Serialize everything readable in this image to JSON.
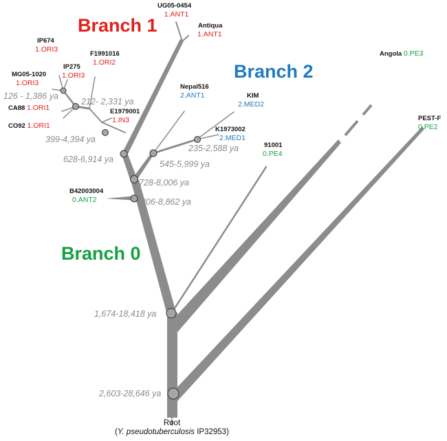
{
  "colors": {
    "branch": "#8c8c8c",
    "branch_1": "#e0201b",
    "branch_2": "#1f7bbf",
    "branch_0": "#16a043",
    "node_fill": "#a6a6a6",
    "date_text": "#8c8c8c"
  },
  "branch_titles": {
    "branch_1": "Branch 1",
    "branch_2": "Branch 2",
    "branch_0": "Branch 0"
  },
  "strains": {
    "ug05_0454": {
      "name": "UG05-0454",
      "group": "1.ANT1"
    },
    "antiqua": {
      "name": "Antiqua",
      "group": "1.ANT1"
    },
    "ip674": {
      "name": "IP674",
      "group": "1.ORI3"
    },
    "f1991016": {
      "name": "F1991016",
      "group": "1.ORI2"
    },
    "ip275": {
      "name": "IP275",
      "group": "1.ORI3"
    },
    "mg05_1020": {
      "name": "MG05-1020",
      "group": "1.ORI3"
    },
    "ca88": {
      "name": "CA88",
      "group": "1.ORI1"
    },
    "co92": {
      "name": "CO92",
      "group": "1.ORI1"
    },
    "e1979001": {
      "name": "E1979001",
      "group": "1.IN3"
    },
    "nepal516": {
      "name": "Nepal516",
      "group": "2.ANT1"
    },
    "kim": {
      "name": "KIM",
      "group": "2.MED2"
    },
    "k1973002": {
      "name": "K1973002",
      "group": "2.MED1"
    },
    "b42003004": {
      "name": "B42003004",
      "group": "0.ANT2"
    },
    "s91001": {
      "name": "91001",
      "group": "0.PE4"
    },
    "angola": {
      "name": "Angola",
      "group": "0.PE3"
    },
    "pest_f": {
      "name": "PEST-F",
      "group": "0.PE2"
    }
  },
  "node_dates": {
    "d1": "126 - 1,386 ya",
    "d2": "212- 2,331 ya",
    "d3": "399-4,394 ya",
    "d4": "628-6,914 ya",
    "d5": "235-2,588 ya",
    "d6": "545-5,999 ya",
    "d7": "728-8,006 ya",
    "d8": "806-8,862 ya",
    "d9": "1,674-18,418 ya",
    "d10": "2,603-28,646 ya"
  },
  "root": {
    "label": "Root",
    "outgroup_prefix": "(",
    "outgroup_species": "Y. pseudotuberculosis",
    "outgroup_suffix": " IP32953)"
  }
}
